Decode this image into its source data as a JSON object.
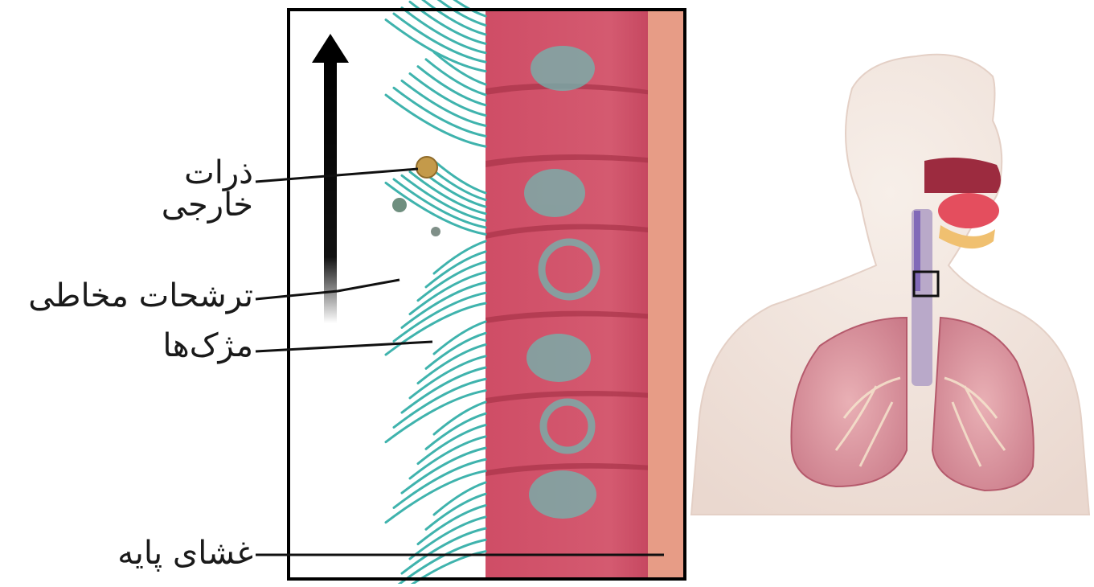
{
  "labels": {
    "foreign_particles_line1": "ذرات",
    "foreign_particles_line2": "خارجی",
    "foreign_particles": "ذرات خارجی",
    "mucus": "ترشحات مخاطی",
    "cilia": "مژک‌ها",
    "basement_membrane": "غشای پایه"
  },
  "colors": {
    "cilia": "#3fb3ad",
    "epithelium": "#c9455f",
    "epithelium_light": "#d96a7a",
    "nucleus": "#5fb7b0",
    "basement": "#e6a08c",
    "particle": "#c49a4a",
    "arrow": "#000000",
    "frame": "#000000",
    "skin": "#f2e6df",
    "lung": "#d98a96"
  },
  "icons": {
    "arrow": "up-arrow-icon",
    "particle": "foreign-particle-icon",
    "zoom": "zoom-box-icon"
  }
}
